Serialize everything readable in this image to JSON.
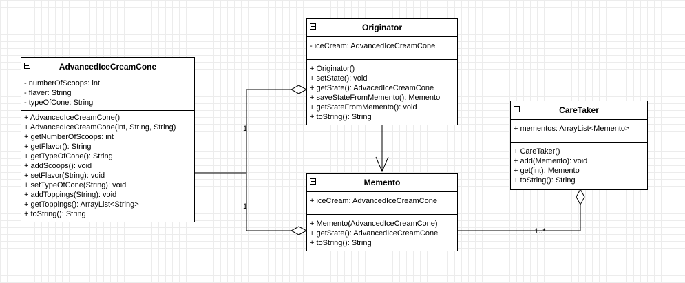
{
  "classes": {
    "advanced_ice_cream_cone": {
      "name": "AdvancedIceCreamCone",
      "attributes": [
        "- numberOfScoops: int",
        "- flaver: String",
        "- typeOfCone: String"
      ],
      "operations": [
        "+ AdvancedIceCreamCone()",
        "+ AdvancedIceCreamCone(int, String, String)",
        "+ getNumberOfScoops: int",
        "+ getFlavor(): String",
        "+ getTypeOfCone(): String",
        "+ addScoops(): void",
        "+ setFlavor(String): void",
        "+ setTypeOfCone(String): void",
        "+ addToppings(String): void",
        "+ getToppings(): ArrayList<String>",
        "+ toString(): String"
      ]
    },
    "originator": {
      "name": "Originator",
      "attributes": [
        "- iceCream: AdvancedIceCreamCone"
      ],
      "operations": [
        "+ Originator()",
        "+ setState(): void",
        "+ getState(): AdvacedIceCreamCone",
        "+ saveStateFromMemento(): Memento",
        "+ getStateFromMemento(): void",
        "+ toString(): String"
      ]
    },
    "memento": {
      "name": "Memento",
      "attributes": [
        "+ iceCream: AdvancedIceCreamCone"
      ],
      "operations": [
        "+ Memento(AdvancedIceCreamCone)",
        "+ getState(): AdvancedIceCreamCone",
        "+ toString(): String"
      ]
    },
    "care_taker": {
      "name": "CareTaker",
      "attributes": [
        "+ mementos: ArrayList<Memento>"
      ],
      "operations": [
        "+ CareTaker()",
        "+ add(Memento): void",
        "+ get(int): Memento",
        "+ toString(): String"
      ]
    }
  },
  "edges": {
    "cone_to_originator": {
      "multiplicity": "1"
    },
    "cone_to_memento": {
      "multiplicity": "1"
    },
    "memento_to_caretaker": {
      "multiplicity": "1..*"
    }
  }
}
